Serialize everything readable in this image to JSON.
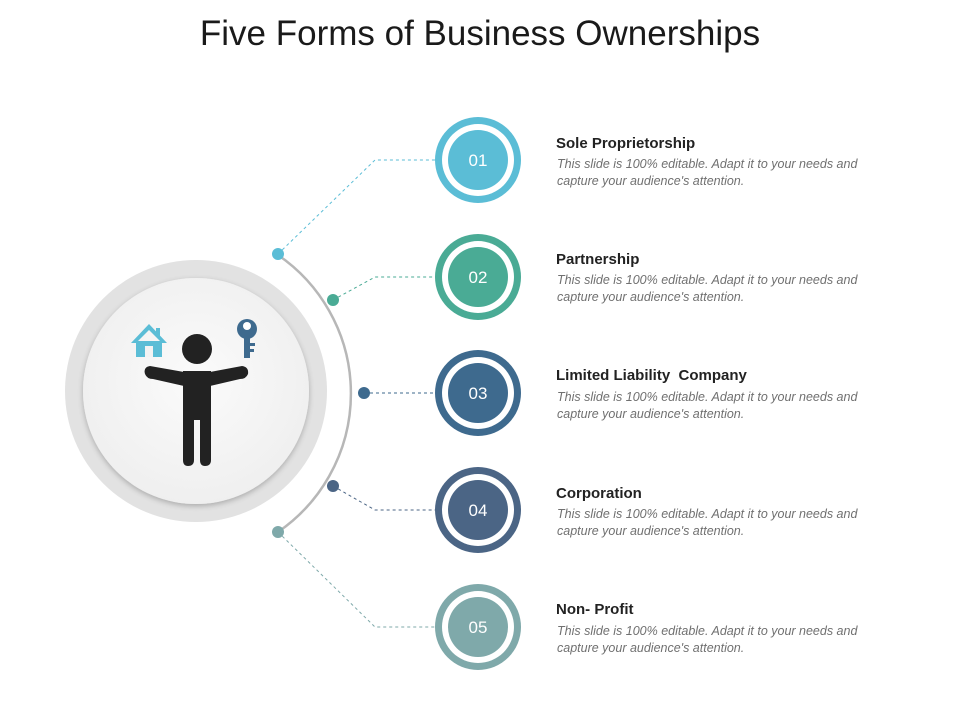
{
  "title": "Five Forms of Business Ownerships",
  "center_icons": [
    "house-icon",
    "person-icon",
    "key-icon"
  ],
  "colors": {
    "c1": "#5bbdd6",
    "c2": "#4aab95",
    "c3": "#3e6a8e",
    "c4": "#4b6585",
    "c5": "#7fa9aa",
    "arc": "#b7b7b7",
    "ring": "#e2e2e2",
    "icon_blue": "#5bbdd6",
    "person": "#222222"
  },
  "items": [
    {
      "number": "01",
      "title": "Sole Proprietorship",
      "description": "This slide is 100% editable. Adapt it to your needs and capture your audience's attention."
    },
    {
      "number": "02",
      "title": "Partnership",
      "description": "This slide is 100% editable. Adapt it to your needs and capture your audience's attention."
    },
    {
      "number": "03",
      "title": "Limited Liability  Company",
      "description": "This slide is 100% editable. Adapt it to your needs and capture your audience's attention."
    },
    {
      "number": "04",
      "title": "Corporation",
      "description": "This slide is 100% editable. Adapt it to your needs and capture your audience's attention."
    },
    {
      "number": "05",
      "title": "Non- Profit",
      "description": "This slide is 100% editable. Adapt it to your needs and capture your audience's attention."
    }
  ]
}
